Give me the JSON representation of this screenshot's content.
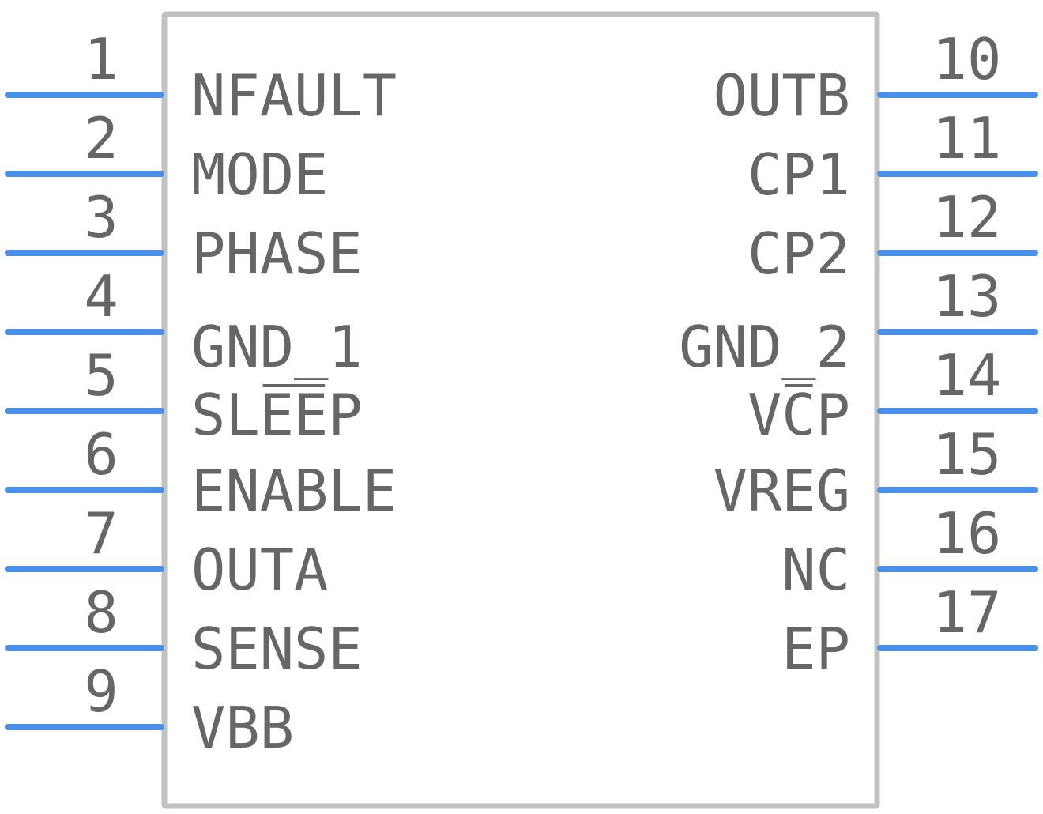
{
  "component": {
    "body_color": "#c2c2c2",
    "pin_color": "#4a90e8",
    "text_color": "#666666"
  },
  "left_pins": [
    {
      "number": "1",
      "name": "NFAULT"
    },
    {
      "number": "2",
      "name": "MODE"
    },
    {
      "number": "3",
      "name": "PHASE"
    },
    {
      "number": "4",
      "name": "GND_1"
    },
    {
      "number": "5",
      "name": "SLEEP",
      "overbar": "EE"
    },
    {
      "number": "6",
      "name": "ENABLE"
    },
    {
      "number": "7",
      "name": "OUTA"
    },
    {
      "number": "8",
      "name": "SENSE"
    },
    {
      "number": "9",
      "name": "VBB"
    }
  ],
  "right_pins": [
    {
      "number": "10",
      "name": "OUTB"
    },
    {
      "number": "11",
      "name": "CP1"
    },
    {
      "number": "12",
      "name": "CP2"
    },
    {
      "number": "13",
      "name": "GND_2"
    },
    {
      "number": "14",
      "name": "VCP",
      "overbar": "C"
    },
    {
      "number": "15",
      "name": "VREG"
    },
    {
      "number": "16",
      "name": "NC"
    },
    {
      "number": "17",
      "name": "EP"
    }
  ]
}
